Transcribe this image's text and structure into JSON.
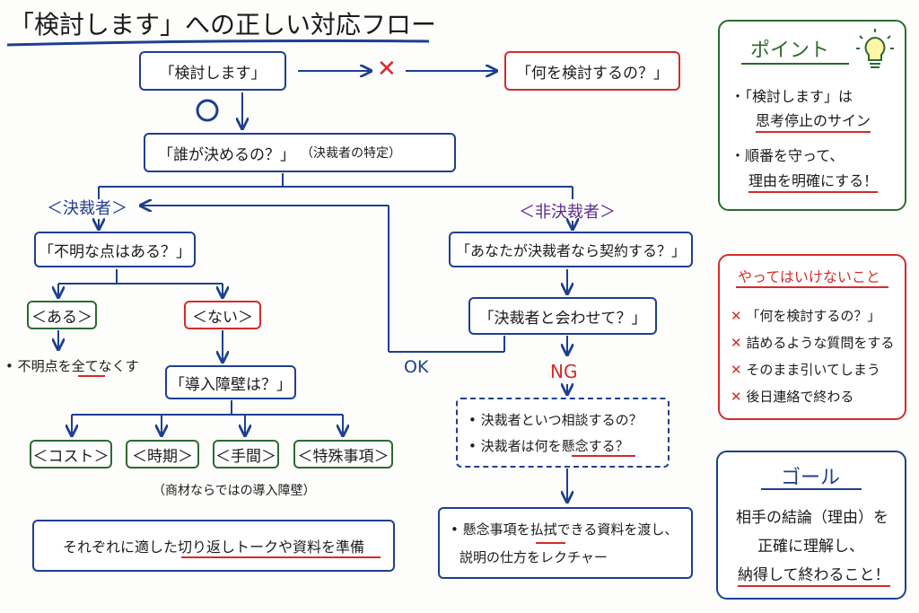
{
  "title": "「検討します」への正しい対応フロー",
  "nodes": {
    "kento": "「検討します」",
    "nani": "「何を検討するの？」",
    "dare": "「誰が決めるの？」",
    "dare_note": "（決裁者の特定）",
    "decider_label": "＜決裁者＞",
    "nondecider_label": "＜非決裁者＞",
    "fumei": "「不明な点はある？」",
    "anata": "「あなたが決裁者なら契約する？」",
    "aru": "＜ある＞",
    "nai": "＜ない＞",
    "kessaisha_awase": "「決裁者と会わせて？」",
    "fumei_action": "不明点を全てなくす",
    "fumei_action_underline": "全て",
    "ok": "OK",
    "ng": "NG",
    "dounyu": "「導入障壁は？」",
    "cost": "＜コスト＞",
    "jiki": "＜時期＞",
    "tema": "＜手間＞",
    "tokushu": "＜特殊事項＞",
    "barrier_note": "（商材ならではの導入障壁）",
    "prepare": "それぞれに適した切り返しトークや資料を準備",
    "ng_q1": "決裁者といつ相談するの？",
    "ng_q2": "決裁者は何を懸念する？",
    "ng_action_line1": "懸念事項を払拭できる資料を渡し、",
    "ng_action_line2": "説明の仕方をレクチャー",
    "ng_mark": "✕",
    "ok_mark": "〇"
  },
  "point": {
    "title": "ポイント",
    "item1_line1": "・「検討します」は",
    "item1_line2": "思考停止のサイン",
    "item2_line1": "・順番を守って、",
    "item2_line2": "理由を明確にする！"
  },
  "dont": {
    "title": "やってはいけないこと",
    "items": [
      "「何を検討するの？」",
      "詰めるような質問をする",
      "そのまま引いてしまう",
      "後日連絡で終わる"
    ],
    "mark": "✕"
  },
  "goal": {
    "title": "ゴール",
    "line1": "相手の結論（理由）を",
    "line2": "正確に理解し、",
    "line3": "納得して終わること！"
  },
  "colors": {
    "navy": "#1e3f8f",
    "red": "#d42b2b",
    "green": "#2d6a2e",
    "purple": "#5b2d8f"
  },
  "icons": [
    "lightbulb-icon"
  ]
}
